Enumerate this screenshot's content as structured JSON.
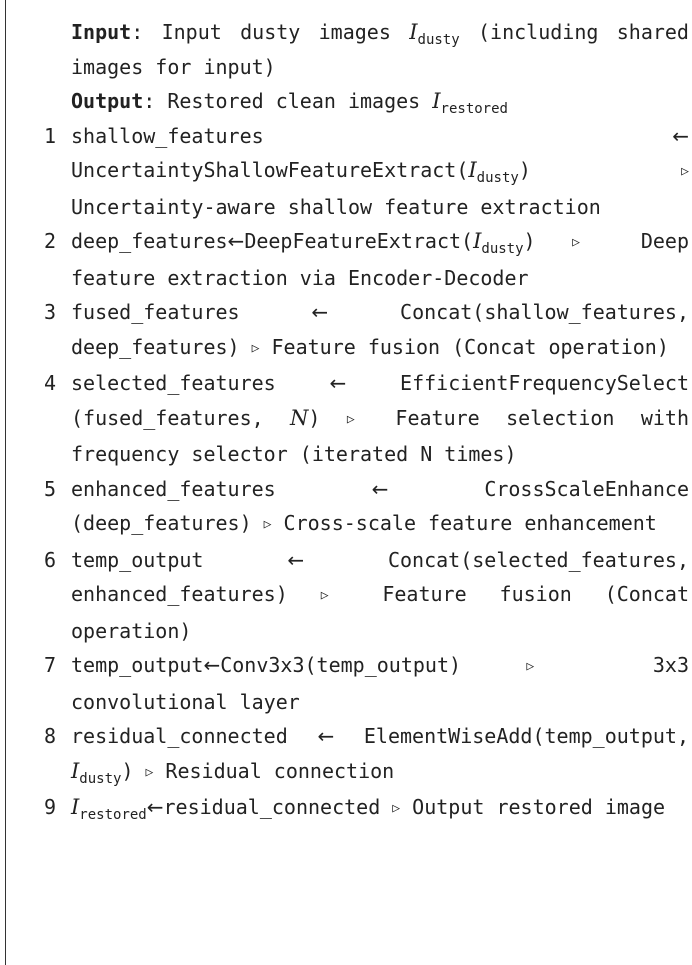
{
  "header": {
    "input_label": "Input",
    "input_text_before": ": Input dusty images ",
    "input_text_after": " (including shared images for input)",
    "output_label": "Output",
    "output_text": ": Restored clean images "
  },
  "symbols": {
    "I": "I",
    "dusty": "dusty",
    "restored": "restored",
    "N": "N",
    "arrow": "←",
    "comment": "▷"
  },
  "steps": [
    {
      "num": "1",
      "lhs": "shallow_features",
      "rhs_before": "UncertaintyShallowFeatureExtract(",
      "rhs_after": ")",
      "comment": "Uncertainty-aware shallow feature extraction"
    },
    {
      "num": "2",
      "lhs": "deep_features",
      "rhs_before": "DeepFeatureExtract(",
      "rhs_after": ")",
      "comment": "Deep feature extraction via Encoder-Decoder"
    },
    {
      "num": "3",
      "lhs": "fused_features",
      "rhs": "Concat(shallow_features, deep_features)",
      "comment": "Feature fusion (Concat operation)"
    },
    {
      "num": "4",
      "lhs": "selected_features",
      "rhs_before": "EfficientFrequencySelect (fused_features, ",
      "rhs_after": ")",
      "comment": "Feature selection with frequency selector (iterated N times)"
    },
    {
      "num": "5",
      "lhs": "enhanced_features",
      "rhs": "CrossScaleEnhance (deep_features)",
      "comment": "Cross-scale feature enhancement"
    },
    {
      "num": "6",
      "lhs": "temp_output",
      "rhs": "Concat(selected_features, enhanced_features)",
      "comment": "Feature fusion (Concat operation)"
    },
    {
      "num": "7",
      "lhs": "temp_output",
      "rhs": "Conv3x3(temp_output)",
      "comment": "3x3 convolutional layer"
    },
    {
      "num": "8",
      "lhs": "residual_connected",
      "rhs_before": "ElementWiseAdd(temp_output, ",
      "rhs_after": ")",
      "comment": "Residual connection"
    },
    {
      "num": "9",
      "rhs": "residual_connected",
      "comment": "Output restored image"
    }
  ]
}
